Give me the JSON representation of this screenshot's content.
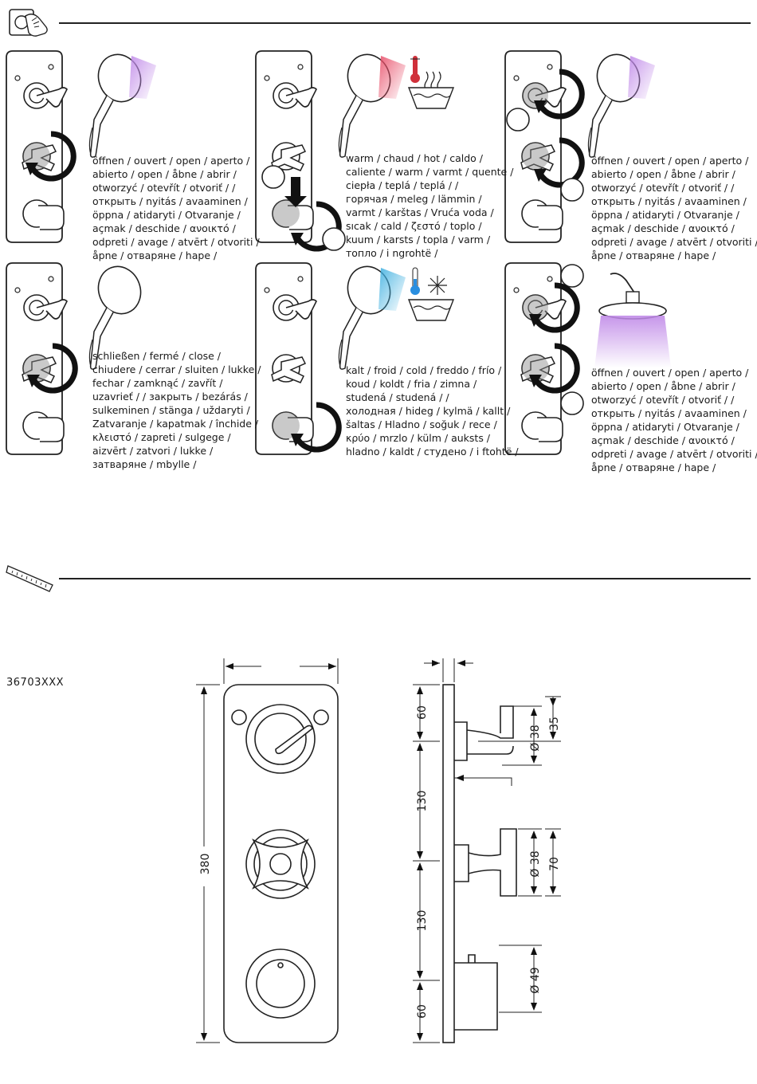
{
  "sections": {
    "operation": {
      "icon": "hand-turning-knob-icon"
    },
    "dimensions": {
      "icon": "ruler-icon"
    }
  },
  "panels": [
    {
      "id": "p1",
      "variant": "handshower",
      "active_control": "middle",
      "spray_color": "#b070d8",
      "lines": [
        "öffnen / ouvert / open / aperto /",
        "abierto / open / åbne / abrir /",
        "otworzyć / otevřít / otvoriť /      /",
        "открыть / nyitás / avaaminen /",
        "öppna / atidaryti / Otvaranje /",
        "açmak / deschide / ανοικτό /",
        "odpreti / avage / atvērt / otvoriti /",
        "åpne / отваряне / hape /"
      ]
    },
    {
      "id": "p2",
      "variant": "handshower-warm",
      "active_control": "bottom",
      "spray_color": "#e05060",
      "symbol": "thermometer-hot-icon",
      "lines": [
        "warm / chaud / hot / caldo /",
        "caliente / warm / varmt / quente /",
        "ciepła / teplá / teplá /      /",
        "горячая / meleg / lämmin /",
        "varmt / karštas / Vruća voda /",
        "sıcak / cald / ζεστό / toplo /",
        "kuum / karsts / topla / varm /",
        "топло / i ngrohtë /"
      ]
    },
    {
      "id": "p3",
      "variant": "handshower",
      "active_control": "top-middle",
      "spray_color": "#b070d8",
      "lines": [
        "öffnen / ouvert / open / aperto /",
        "abierto / open / åbne / abrir /",
        "otworzyć / otevřít / otvoriť /      /",
        "открыть / nyitás / avaaminen /",
        "öppna / atidaryti / Otvaranje /",
        "açmak / deschide / ανοικτό /",
        "odpreti / avage / atvērt / otvoriti /",
        "åpne / отваряне / hape /"
      ]
    },
    {
      "id": "p4",
      "variant": "handshower-off",
      "active_control": "middle",
      "spray_color": "",
      "lines": [
        "schließen / fermé / close /",
        "chiudere / cerrar / sluiten / lukke /",
        "fechar / zamknąć / zavřít /",
        "uzavrieť /      / закрыть / bezárás /",
        "sulkeminen / stänga / uždaryti /",
        "Zatvaranje / kapatmak / închide /",
        "κλειστό / zapreti / sulgege /",
        "aizvērt / zatvori / lukke /",
        "затваряне / mbylle /"
      ]
    },
    {
      "id": "p5",
      "variant": "handshower-cold",
      "active_control": "bottom",
      "spray_color": "#38a8d8",
      "symbol": "thermometer-cold-icon",
      "lines": [
        "kalt / froid / cold / freddo / frío /",
        "koud / koldt / fria / zimna /",
        "studená / studená /      /",
        "холодная / hideg / kylmä / kallt /",
        "šaltas / Hladno / soğuk / rece /",
        "κρύο / mrzlo / külm / auksts /",
        "hladno / kaldt / студено / i ftohtë /"
      ]
    },
    {
      "id": "p6",
      "variant": "overhead",
      "active_control": "top-middle",
      "spray_color": "#b070d8",
      "lines": [
        "öffnen / ouvert / open / aperto /",
        "abierto / open / åbne / abrir /",
        "otworzyć / otevřít / otvoriť /      /",
        "открыть / nyitás / avaaminen /",
        "öppna / atidaryti / Otvaranje /",
        "açmak / deschide / ανοικτό /",
        "odpreti / avage / atvērt / otvoriti /",
        "åpne / отваряне / hape /"
      ]
    }
  ],
  "model_number": "36703XXX",
  "dimensions": {
    "height_total": "380",
    "front_gap_top": "60",
    "front_gap_mid1": "130",
    "front_gap_mid2": "130",
    "front_gap_bottom": "60",
    "dia_lever": "Ø 38",
    "depth_lever": "35",
    "dia_cross": "Ø 38",
    "depth_cross": "70",
    "dia_thermo": "Ø 49"
  }
}
